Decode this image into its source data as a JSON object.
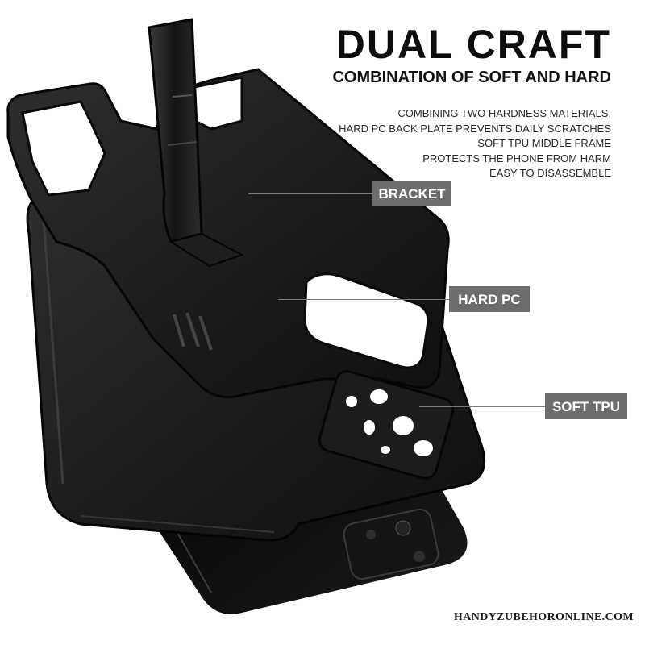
{
  "title": "DUAL CRAFT",
  "subtitle": "COMBINATION OF SOFT AND HARD",
  "description": [
    "COMBINING TWO HARDNESS MATERIALS,",
    "HARD PC BACK PLATE PREVENTS DAILY SCRATCHES",
    "SOFT TPU MIDDLE FRAME",
    "PROTECTS THE PHONE FROM HARM",
    "EASY TO DISASSEMBLE"
  ],
  "callouts": {
    "bracket": "BRACKET",
    "hard_pc": "HARD PC",
    "soft_tpu": "SOFT TPU"
  },
  "watermark": "HANDYZUBEHORONLINE.COM",
  "colors": {
    "case": "#1b1b1b",
    "phone": "#0c0c0c",
    "tag_bg": "#6d6d6d",
    "tag_text": "#ffffff"
  }
}
